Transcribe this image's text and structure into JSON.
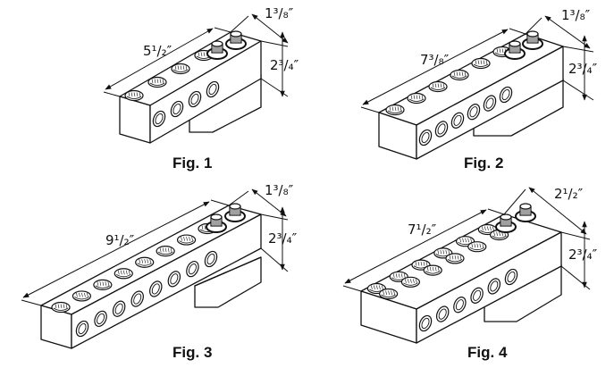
{
  "figures": [
    {
      "caption": "Fig. 1",
      "length": "5¹/₂″",
      "width": "1³/₈″",
      "height": "2³/₄″",
      "top_holes": 4,
      "side_holes": 4
    },
    {
      "caption": "Fig. 2",
      "length": "7³/₈″",
      "width": "1³/₈″",
      "height": "2³/₄″",
      "top_holes": 6,
      "side_holes": 6
    },
    {
      "caption": "Fig. 3",
      "length": "9¹/₂″",
      "width": "1³/₈″",
      "height": "2³/₄″",
      "top_holes": 8,
      "side_holes": 8
    },
    {
      "caption": "Fig. 4",
      "length": "7¹/₂″",
      "width": "2¹/₂″",
      "height": "2³/₄″",
      "top_holes": 12,
      "side_holes": 6
    }
  ]
}
